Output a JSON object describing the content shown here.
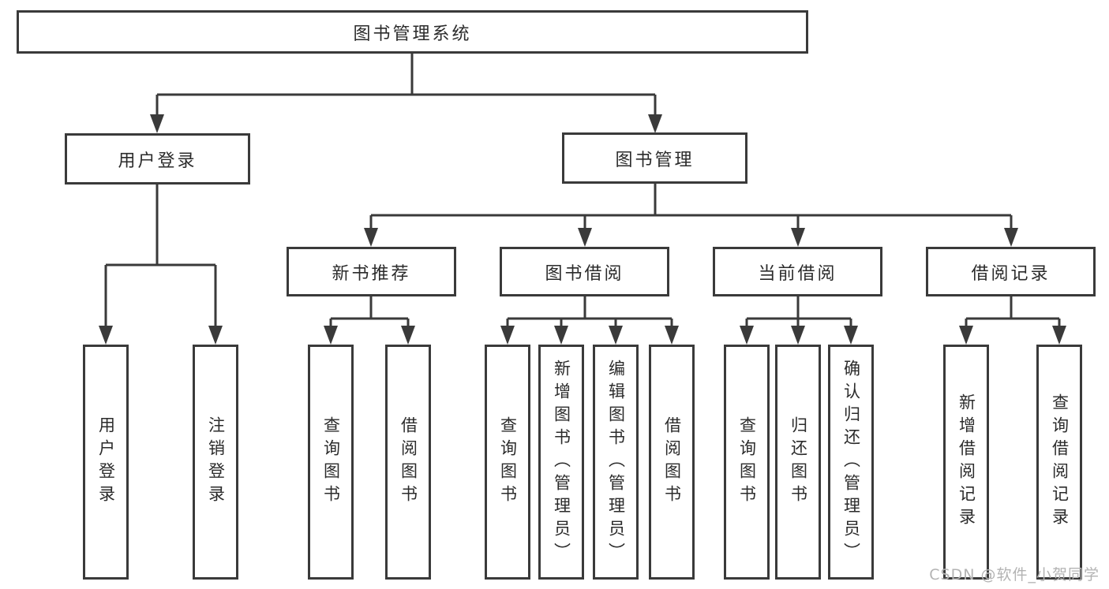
{
  "diagram": {
    "root": {
      "label": "图书管理系统"
    },
    "level2": [
      {
        "id": "user-login",
        "label": "用户登录"
      },
      {
        "id": "book-management",
        "label": "图书管理"
      }
    ],
    "level3": [
      {
        "id": "new-book-recommend",
        "label": "新书推荐"
      },
      {
        "id": "book-borrow",
        "label": "图书借阅"
      },
      {
        "id": "current-borrow",
        "label": "当前借阅"
      },
      {
        "id": "borrow-records",
        "label": "借阅记录"
      }
    ],
    "level4": {
      "user_login": [
        "用户登录",
        "注销登录"
      ],
      "new_book_recommend": [
        "查询图书",
        "借阅图书"
      ],
      "book_borrow": [
        "查询图书",
        "新增图书（管理员）",
        "编辑图书（管理员）",
        "借阅图书"
      ],
      "current_borrow": [
        "查询图书",
        "归还图书",
        "确认归还（管理员）"
      ],
      "borrow_records": [
        "新增借阅记录",
        "查询借阅记录"
      ]
    }
  },
  "watermark": {
    "text": "CSDN @软件_小贺同学",
    "color": "#b3b3b3"
  },
  "colors": {
    "line": "#3a3a3a",
    "box_border": "#3a3a3a",
    "box_background": "#ffffff",
    "text": "#2b2b2b",
    "page_background": "#ffffff"
  }
}
